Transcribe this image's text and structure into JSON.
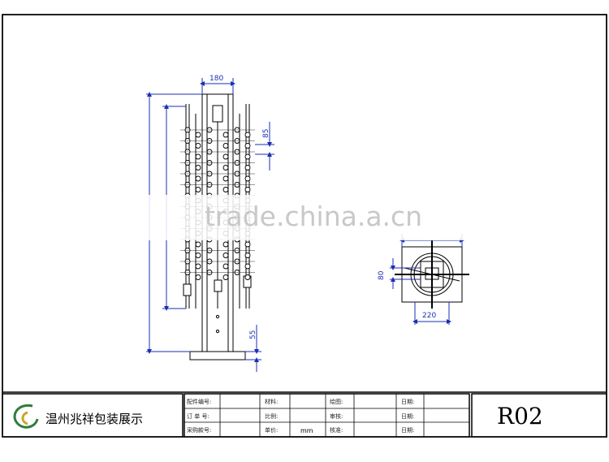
{
  "watermark": "trade.china.a.cn",
  "company_name": "温州兆祥包装展示",
  "drawing_code": "R02",
  "title_block": {
    "labels": [
      "配件编号:",
      "材料:",
      "绘图:",
      "日期:",
      "订 单 号:",
      "比例:",
      "审核:",
      "日期:",
      "采购款号:",
      "单价:",
      "核准:",
      "日期:"
    ],
    "unit": "mm"
  },
  "dimensions": {
    "front_width": "180",
    "front_spacing": "85",
    "front_base": "55",
    "top_width": "220",
    "top_height": "80"
  },
  "colors": {
    "line": "#000000",
    "dimension": "#1a2fb3",
    "watermark": "#c8c8c8"
  }
}
